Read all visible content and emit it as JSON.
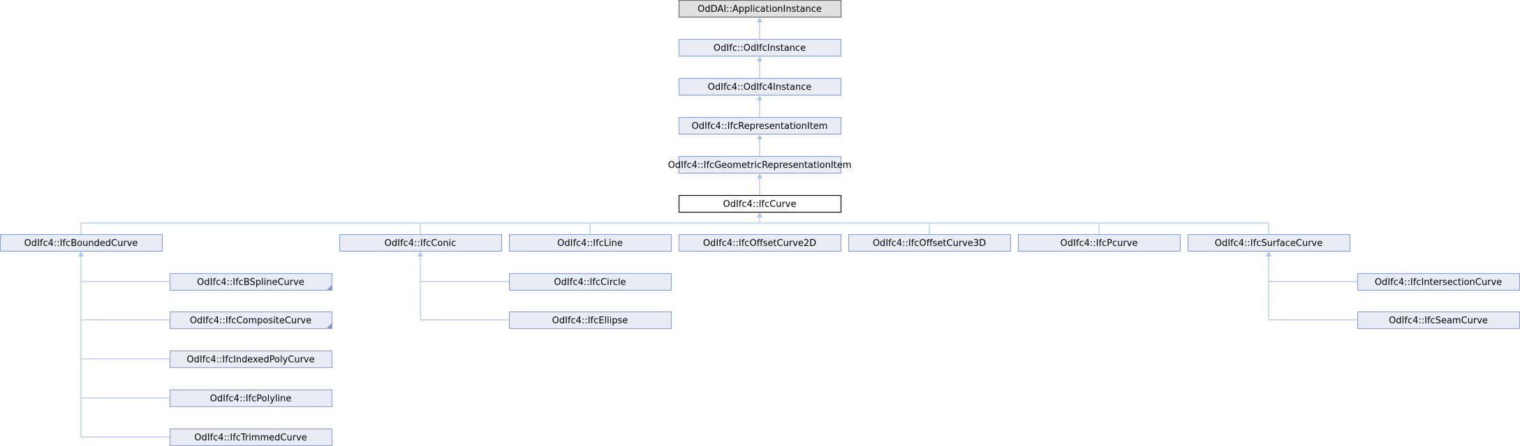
{
  "colors": {
    "node_fill": "#e8ecf5",
    "root_fill": "#e0e0e0",
    "current_fill": "#ffffff",
    "connector": "#a9c4e8"
  },
  "nodes": [
    {
      "id": "n0",
      "label": "OdDAI::ApplicationInstance"
    },
    {
      "id": "n1",
      "label": "OdIfc::OdIfcInstance"
    },
    {
      "id": "n2",
      "label": "OdIfc4::OdIfc4Instance"
    },
    {
      "id": "n3",
      "label": "OdIfc4::IfcRepresentationItem"
    },
    {
      "id": "n4",
      "label": "OdIfc4::IfcGeometricRepresentationItem"
    },
    {
      "id": "n5",
      "label": "OdIfc4::IfcCurve"
    },
    {
      "id": "n6",
      "label": "OdIfc4::IfcBoundedCurve"
    },
    {
      "id": "n7",
      "label": "OdIfc4::IfcConic"
    },
    {
      "id": "n8",
      "label": "OdIfc4::IfcLine"
    },
    {
      "id": "n9",
      "label": "OdIfc4::IfcOffsetCurve2D"
    },
    {
      "id": "n10",
      "label": "OdIfc4::IfcOffsetCurve3D"
    },
    {
      "id": "n11",
      "label": "OdIfc4::IfcPcurve"
    },
    {
      "id": "n12",
      "label": "OdIfc4::IfcSurfaceCurve"
    },
    {
      "id": "n13",
      "label": "OdIfc4::IfcBSplineCurve"
    },
    {
      "id": "n14",
      "label": "OdIfc4::IfcCompositeCurve"
    },
    {
      "id": "n15",
      "label": "OdIfc4::IfcIndexedPolyCurve"
    },
    {
      "id": "n16",
      "label": "OdIfc4::IfcPolyline"
    },
    {
      "id": "n17",
      "label": "OdIfc4::IfcTrimmedCurve"
    },
    {
      "id": "n18",
      "label": "OdIfc4::IfcCircle"
    },
    {
      "id": "n19",
      "label": "OdIfc4::IfcEllipse"
    },
    {
      "id": "n20",
      "label": "OdIfc4::IfcIntersectionCurve"
    },
    {
      "id": "n21",
      "label": "OdIfc4::IfcSeamCurve"
    }
  ]
}
